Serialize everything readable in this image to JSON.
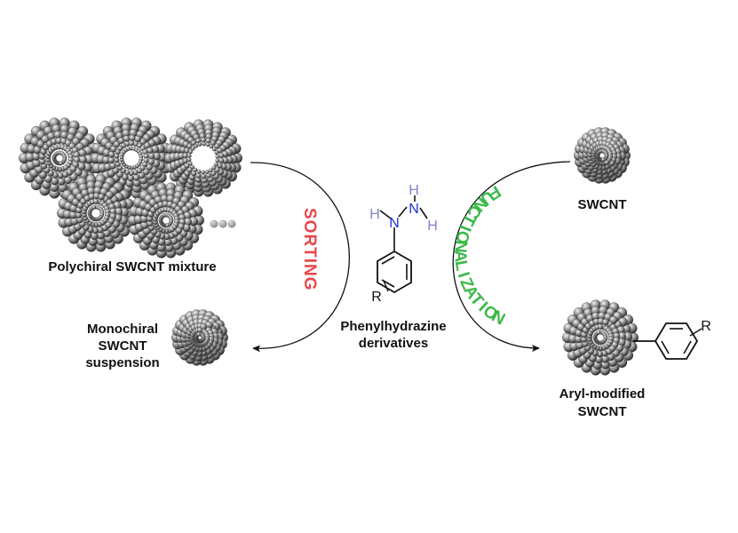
{
  "labels": {
    "mixture": "Polychiral SWCNT mixture",
    "monochiral_1": "Monochiral",
    "monochiral_2": "SWCNT",
    "monochiral_3": "suspension",
    "reagent_1": "Phenylhydrazine",
    "reagent_2": "derivatives",
    "swcnt": "SWCNT",
    "aryl_1": "Aryl-modified",
    "aryl_2": "SWCNT"
  },
  "process": {
    "sorting": "SORTING",
    "functionalization": "FUNCTIONALIZATION"
  },
  "atoms": {
    "nitrogen": "N",
    "hydrogen": "H",
    "substituent": "R"
  },
  "colors": {
    "sorting": "#e8464b",
    "functionalization": "#3cb94a",
    "nitrogen": "#1c2fd4",
    "hydrogen": "#7f86c7",
    "ellipsis": "#9a9a9a"
  }
}
